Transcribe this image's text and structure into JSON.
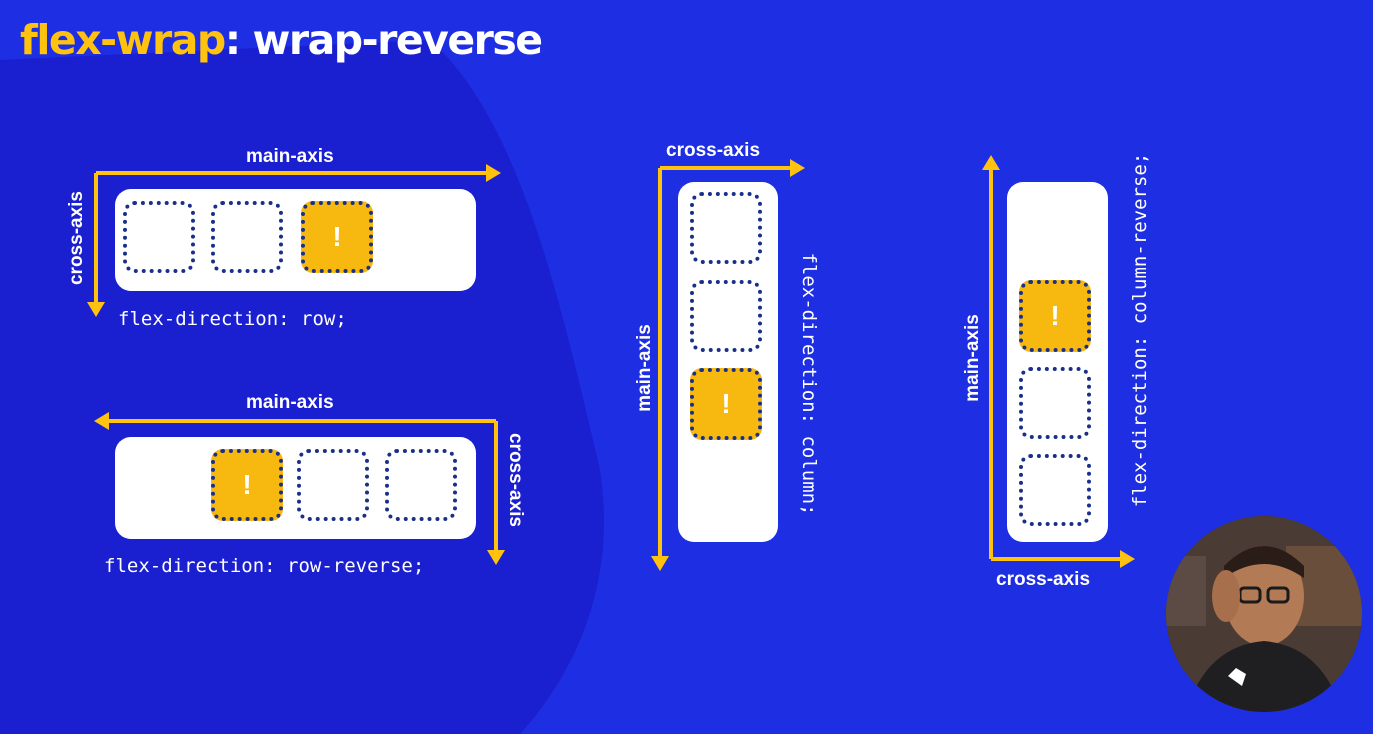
{
  "title": {
    "property": "flex-wrap",
    "separator": ":",
    "value": "wrap-reverse"
  },
  "diagrams": [
    {
      "main_axis": "main-axis",
      "cross_axis": "cross-axis",
      "code": "flex-direction: row;"
    },
    {
      "main_axis": "main-axis",
      "cross_axis": "cross-axis",
      "code": "flex-direction: row-reverse;"
    },
    {
      "main_axis": "main-axis",
      "cross_axis": "cross-axis",
      "code": "flex-direction: column;"
    },
    {
      "main_axis": "main-axis",
      "cross_axis": "cross-axis",
      "code": "flex-direction: column-reverse;"
    }
  ],
  "item_mark": "!",
  "colors": {
    "background": "#1e2ee3",
    "background_shape": "#1a1fd0",
    "accent": "#ffc20e",
    "item_highlight": "#f7b90f",
    "item_border": "#1a2f88",
    "panel": "#ffffff"
  },
  "presenter": {
    "icon": "presenter-video-icon"
  }
}
